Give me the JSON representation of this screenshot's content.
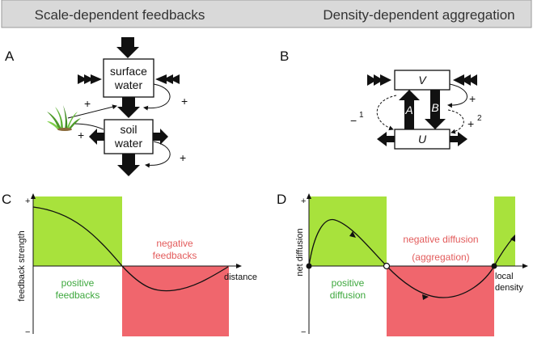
{
  "header": {
    "left_title": "Scale-dependent feedbacks",
    "right_title": "Density-dependent aggregation"
  },
  "panel_a": {
    "label": "A",
    "box_top_line1": "surface",
    "box_top_line2": "water",
    "box_bottom_line1": "soil",
    "box_bottom_line2": "water",
    "sign_plant_top": "+",
    "sign_plant_bottom": "+",
    "sign_top_loop": "+",
    "sign_bottom_loop": "+",
    "plant_icon": "grass-icon"
  },
  "panel_b": {
    "label": "B",
    "box_top": "V",
    "box_bottom": "U",
    "arrow_left": "A",
    "arrow_right": "B",
    "sign_left": "−",
    "sign_left_sup": "1",
    "sign_right_top": "+",
    "sign_right_bottom": "+",
    "sign_right_sup": "2"
  },
  "panel_c": {
    "label": "C",
    "ylabel": "feedback strength",
    "xlabel": "distance",
    "y_plus": "+",
    "y_minus": "−",
    "green_label_line1": "positive",
    "green_label_line2": "feedbacks",
    "red_label_line1": "negative",
    "red_label_line2": "feedbacks"
  },
  "panel_d": {
    "label": "D",
    "ylabel": "net diffusion",
    "xlabel_line1": "local",
    "xlabel_line2": "density",
    "y_plus": "+",
    "y_minus": "−",
    "green_label_line1": "positive",
    "green_label_line2": "diffusion",
    "red_label_line1": "negative diffusion",
    "red_label_line2": "(aggregation)"
  },
  "colors": {
    "green": "#a8e23c",
    "red": "#f0666d",
    "header_bg": "#d9d9d9",
    "green_text": "#3ea83e",
    "red_text": "#e35c5c"
  }
}
